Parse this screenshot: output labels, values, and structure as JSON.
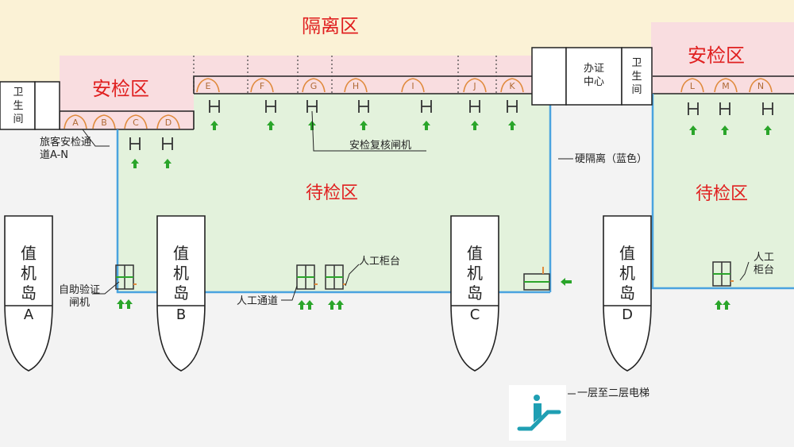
{
  "zones": {
    "isolation": "隔离区",
    "security_left": "安检区",
    "security_right": "安检区",
    "waiting_main": "待检区",
    "waiting_right": "待检区"
  },
  "rooms": {
    "toilet_left": "卫生间",
    "office": "办证中心",
    "toilet_right": "卫生间"
  },
  "lanes": [
    "A",
    "B",
    "C",
    "D",
    "E",
    "F",
    "G",
    "H",
    "I",
    "J",
    "K",
    "L",
    "M",
    "N"
  ],
  "islands": [
    {
      "title": "值机岛",
      "letter": "A"
    },
    {
      "title": "值机岛",
      "letter": "B"
    },
    {
      "title": "值机岛",
      "letter": "C"
    },
    {
      "title": "值机岛",
      "letter": "D"
    }
  ],
  "labels": {
    "passenger_channels": "旅客安检通道A-N",
    "recheck_gate": "安检复核闸机",
    "hard_isolation": "硬隔离（蓝色）",
    "self_gate": "自助验证闸机",
    "manual_counter": "人工柜台",
    "manual_channel": "人工通道",
    "manual_counter_right": "人工柜台",
    "escalator": "一层至二层电梯"
  },
  "colors": {
    "isolation_bg": "#fbf2d6",
    "security_bg": "#f9dde0",
    "waiting_bg": "#e3f2dc",
    "zone_text": "#e02020",
    "blue_line": "#4aa3df",
    "arrow_green": "#2aa52a",
    "gate_orange": "#e08a3c"
  }
}
